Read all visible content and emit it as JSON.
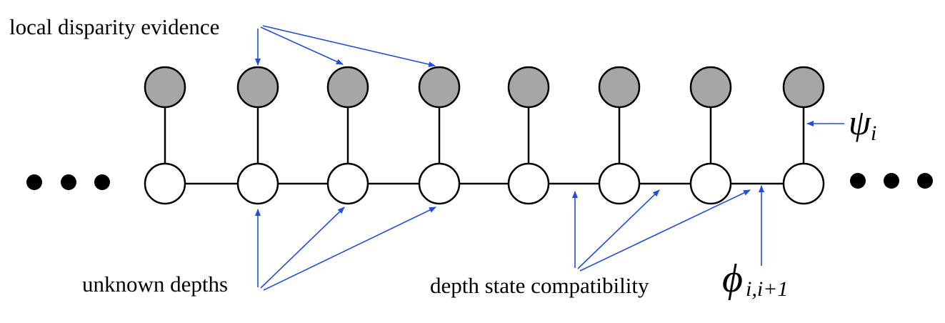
{
  "labels": {
    "evidence": "local disparity evidence",
    "unknown": "unknown depths",
    "compat": "depth state compatibility"
  },
  "math": {
    "psi": "ψ",
    "psi_sub": "i",
    "phi": "ϕ",
    "phi_sub": "i,i+1"
  },
  "ellipsis": "…",
  "node_count": 8,
  "colors": {
    "observed_fill": "#a6a6a6",
    "hidden_fill": "#ffffff",
    "edge": "#000000",
    "annotation_arrow": "#1f4fe0"
  }
}
